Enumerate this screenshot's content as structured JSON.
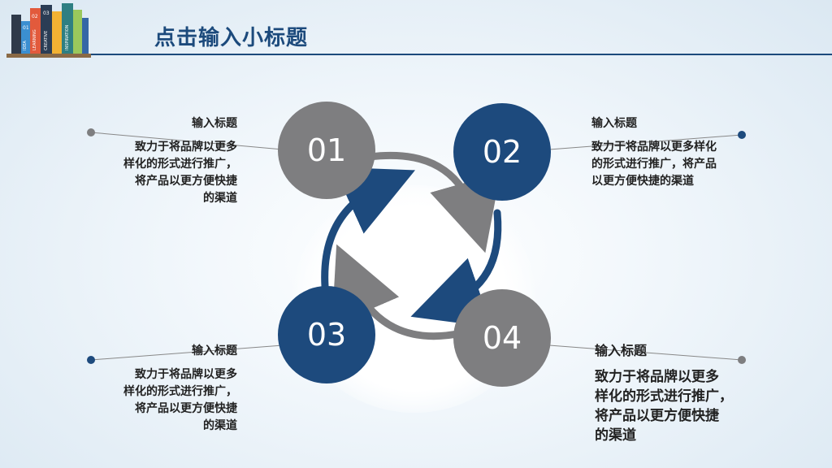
{
  "slide": {
    "title": "点击输入小标题"
  },
  "logo": {
    "books": [
      "01",
      "02",
      "03",
      "IDEA",
      "CREATIVE",
      "LEARNING",
      "INSPIRATION"
    ]
  },
  "steps": [
    {
      "num": "01",
      "heading": "输入标题",
      "lines": [
        "致力于将品牌以更多",
        "样化的形式进行推广，",
        "将产品以更方便快捷",
        "的渠道"
      ]
    },
    {
      "num": "02",
      "heading": "输入标题",
      "lines": [
        "致力于将品牌以更多样化",
        "的形式进行推广，将产品",
        "以更方便快捷的渠道"
      ]
    },
    {
      "num": "03",
      "heading": "输入标题",
      "lines": [
        "致力于将品牌以更多",
        "样化的形式进行推广，",
        "将产品以更方便快捷",
        "的渠道"
      ]
    },
    {
      "num": "04",
      "heading": "输入标题",
      "lines": [
        "致力于将品牌以更多",
        "样化的形式进行推广，",
        "将产品以更方便快捷",
        "的渠道"
      ]
    }
  ],
  "colors": {
    "blue": "#1d4a7d",
    "gray": "#7e7e80"
  }
}
